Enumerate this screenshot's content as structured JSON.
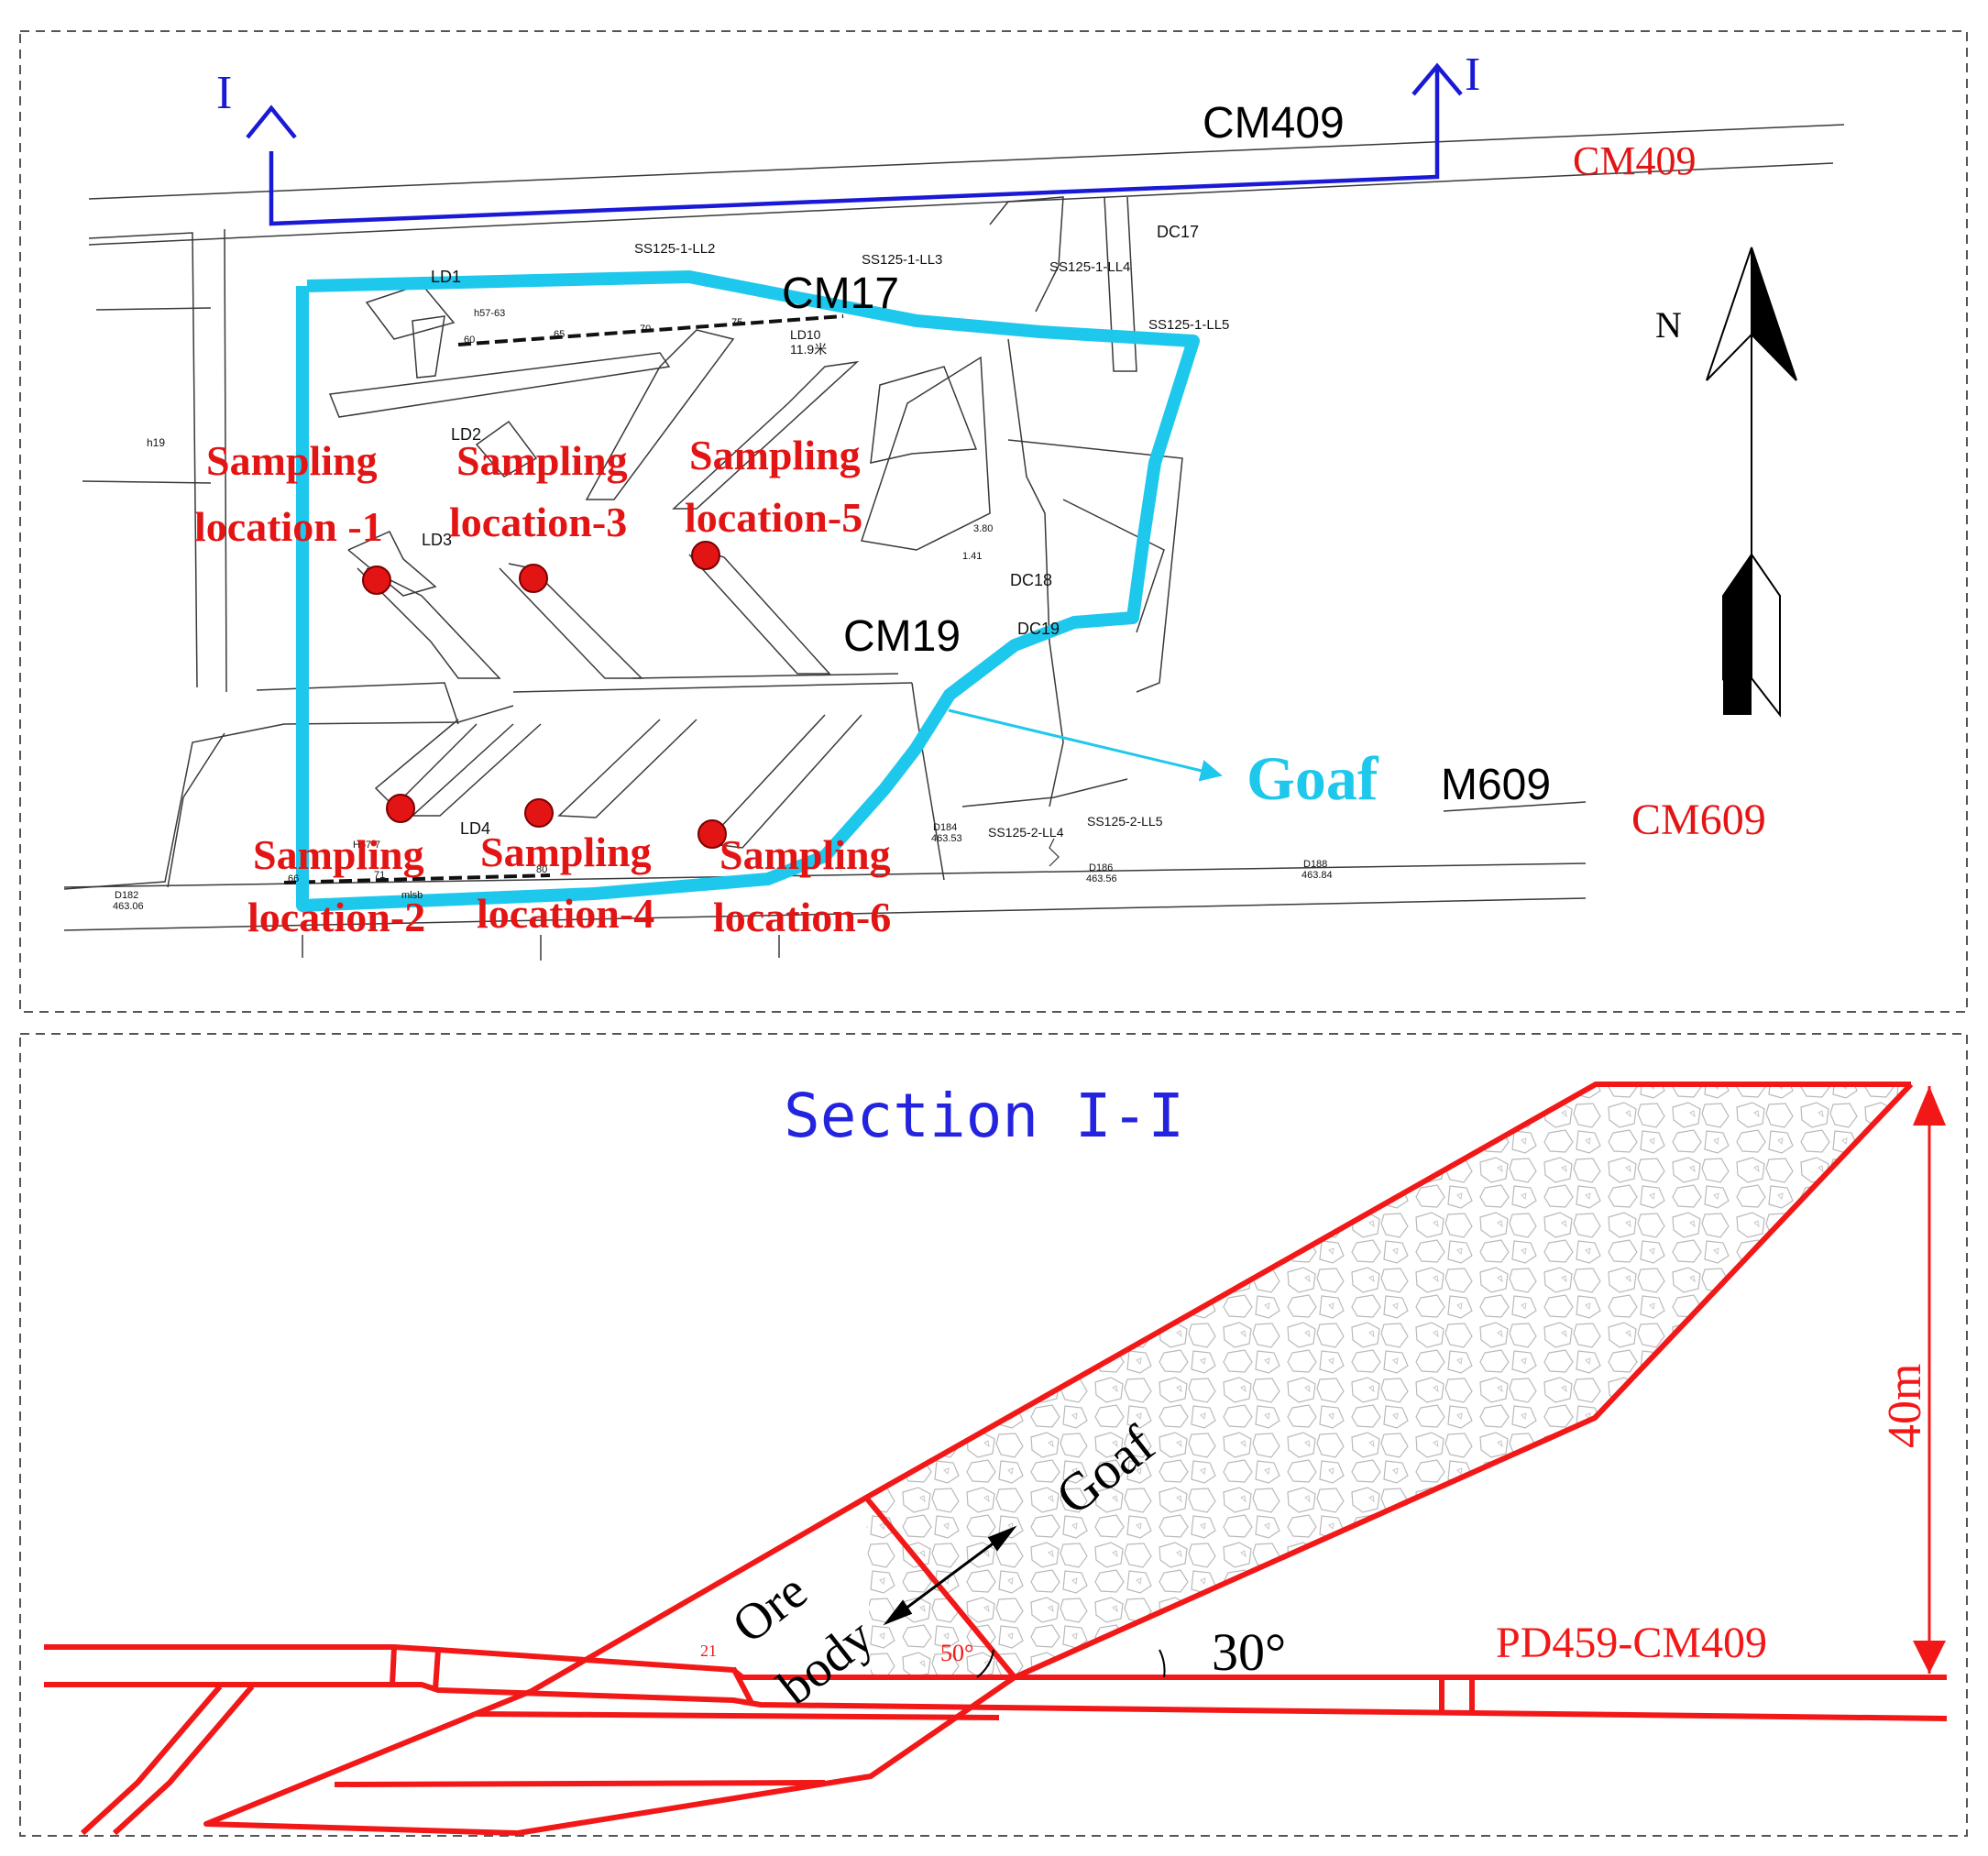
{
  "plan": {
    "section_mark_left": "I",
    "section_mark_right": "I",
    "roads": {
      "cm409_black": "CM409",
      "cm409_red": "CM409",
      "cm17": "CM17",
      "cm19": "CM19",
      "m609": "M609",
      "cm609_red": "CM609"
    },
    "small_labels": {
      "ss125_1_ll2": "SS125-1-LL2",
      "ss125_1_ll3": "SS125-1-LL3",
      "ss125_1_ll4": "SS125-1-LL4",
      "ss125_1_ll5": "SS125-1-LL5",
      "dc17": "DC17",
      "dc18": "DC18",
      "dc19": "DC19",
      "ld1": "LD1",
      "ld2": "LD2",
      "ld3": "LD3",
      "ld4": "LD4",
      "h19": "h19",
      "h57": "h57-63",
      "ld10": "LD10",
      "ld10_len": "11.9米",
      "v380": "3.80",
      "v141": "1.41",
      "d182": "D182",
      "d182_elev": "463.06",
      "d184": "D184",
      "d184_elev": "463.53",
      "d186": "D186",
      "d186_elev": "463.56",
      "d188": "D188",
      "d188_elev": "463.84",
      "ss125_2_ll4": "SS125-2-LL4",
      "ss125_2_ll5": "SS125-2-LL5",
      "mlsb": "mlsb",
      "h67": "H67-7",
      "n60": "60",
      "n65": "65",
      "n70": "70",
      "n75": "75",
      "n66": "66",
      "n71": "71",
      "n80": "80"
    },
    "north_label": "N",
    "goaf_label": "Goaf",
    "sampling_word": "Sampling",
    "sampling_locations": [
      {
        "line2": "location -1"
      },
      {
        "line2": "location-2"
      },
      {
        "line2": "location-3"
      },
      {
        "line2": "location-4"
      },
      {
        "line2": "location-5"
      },
      {
        "line2": "location-6"
      }
    ]
  },
  "section": {
    "title": "Section I-I",
    "goaf_label": "Goaf",
    "ore_label_1": "Ore",
    "ore_label_2": "body",
    "angle_50": "50°",
    "angle_30": "30°",
    "height_label": "40m",
    "drift_label": "PD459-CM409",
    "mark_21": "21"
  },
  "colors": {
    "goaf_outline": "#1ec8ec",
    "section_arrow": "#1a1ad6",
    "sampling_red": "#e31414",
    "section_red": "#f21818",
    "section_title": "#2424e0"
  }
}
